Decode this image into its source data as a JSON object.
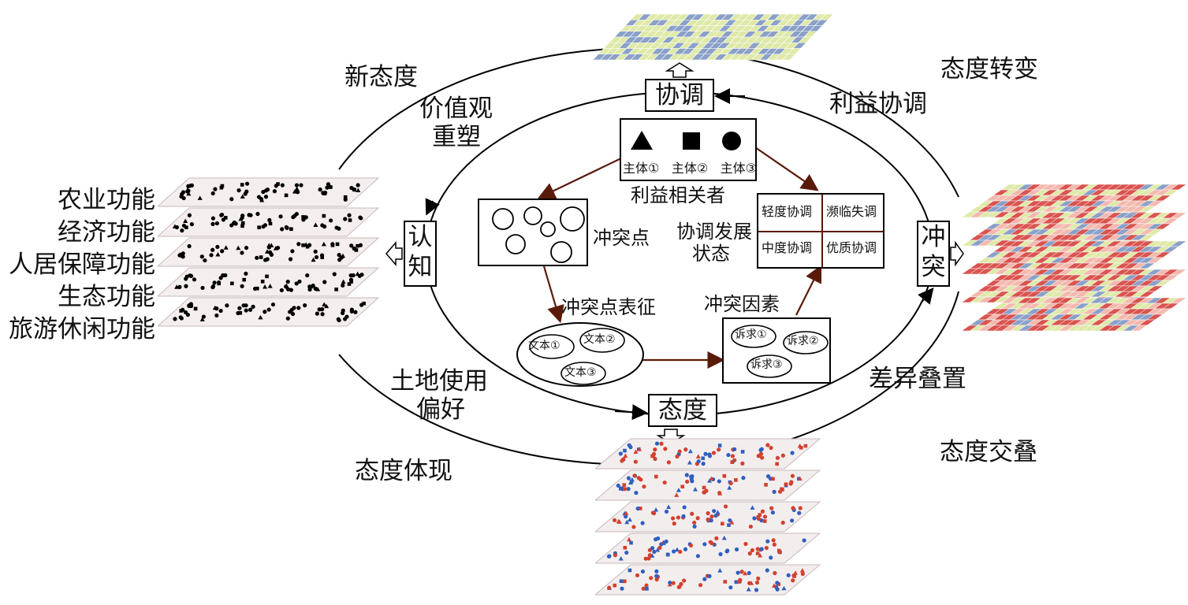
{
  "outer_labels": {
    "new_attitude": "新态度",
    "attitude_change": "态度转变",
    "attitude_embody": "态度体现",
    "attitude_overlap": "态度交叠"
  },
  "inner_labels": {
    "value_reshape_1": "价值观",
    "value_reshape_2": "重塑",
    "interest_coordination": "利益协调",
    "land_use_pref_1": "土地使用",
    "land_use_pref_2": "偏好",
    "difference_overlay": "差异叠置"
  },
  "nodes": {
    "coordination": "协调",
    "attitude": "态度",
    "cognition_1": "认",
    "cognition_2": "知",
    "conflict_1": "冲",
    "conflict_2": "突"
  },
  "functions": [
    "农业功能",
    "经济功能",
    "人居保障功能",
    "生态功能",
    "旅游休闲功能"
  ],
  "stakeholders": {
    "label": "利益相关者",
    "subjects": [
      "主体①",
      "主体②",
      "主体③"
    ]
  },
  "conflict_point": {
    "label": "冲突点"
  },
  "conflict_repr": {
    "label": "冲突点表征",
    "texts": [
      "文本①",
      "文本②",
      "文本③"
    ]
  },
  "conflict_factor": {
    "label": "冲突因素",
    "appeals": [
      "诉求①",
      "诉求②",
      "诉求③"
    ]
  },
  "coordination_state": {
    "label_1": "协调发展",
    "label_2": "状态",
    "cells": [
      "轻度协调",
      "濒临失调",
      "中度协调",
      "优质协调"
    ]
  },
  "colors": {
    "grid_green": "#dfe9a8",
    "grid_blue": "#8aa0c8",
    "grid_red": "#d9534f",
    "grid_pink": "#f3b9ae",
    "dot_red": "#d4402e",
    "dot_blue": "#2f5fbf",
    "arrow_brown": "#5a1a0a"
  }
}
